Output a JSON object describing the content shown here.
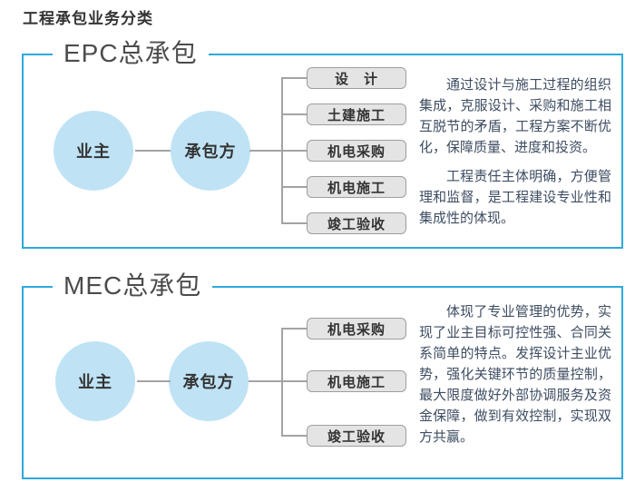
{
  "page_title": "工程承包业务分类",
  "colors": {
    "accent": "#2ea9dd",
    "circle": "#bfe3f5",
    "box_fill": "#e4e4e4",
    "box_border": "#9e9e9e",
    "line": "#a3a3a3",
    "text": "#3e4d62",
    "title": "#4c4c4c",
    "heading": "#333333"
  },
  "sections": [
    {
      "title": "EPC总承包",
      "owner": "业主",
      "contractor": "承包方",
      "boxes": [
        "设　计",
        "土建施工",
        "机电采购",
        "机电施工",
        "竣工验收"
      ],
      "description": [
        "通过设计与施工过程的组织集成，克服设计、采购和施工相互脱节的矛盾，工程方案不断优化，保障质量、进度和投资。",
        "工程责任主体明确，方便管理和监督，是工程建设专业性和集成性的体现。"
      ]
    },
    {
      "title": "MEC总承包",
      "owner": "业主",
      "contractor": "承包方",
      "boxes": [
        "机电采购",
        "机电施工",
        "竣工验收"
      ],
      "description": [
        "体现了专业管理的优势，实现了业主目标可控性强、合同关系简单的特点。发挥设计主业优势，强化关键环节的质量控制，最大限度做好外部协调服务及资金保障，做到有效控制，实现双方共赢。"
      ]
    }
  ]
}
